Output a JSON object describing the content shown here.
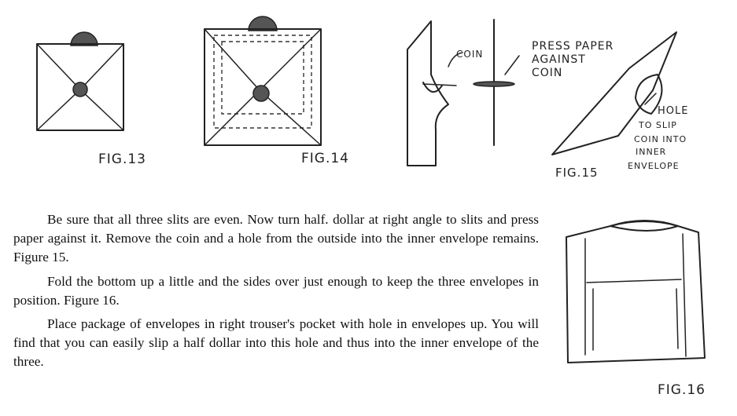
{
  "figures": {
    "fig13": {
      "caption": "FIG.13"
    },
    "fig14": {
      "caption": "FIG.14"
    },
    "fig15": {
      "caption": "FIG.15",
      "label_coin": "COIN",
      "label_press": [
        "PRESS PAPER",
        "AGAINST",
        "COIN"
      ],
      "label_hole": [
        "HOLE",
        "TO SLIP",
        "COIN INTO",
        "INNER",
        "ENVELOPE"
      ]
    },
    "fig16": {
      "caption": "FIG.16"
    }
  },
  "text": {
    "p1": "Be sure that all three slits are even. Now turn half. dollar at right angle to slits and press paper against it. Remove the coin and a hole from the outside into the inner envelope remains. Figure 15.",
    "p2": "Fold the bottom up a little and the sides over just enough to keep the three envelopes in position. Figure 16.",
    "p3": "Place package of envelopes in right trouser's pocket with hole in envelopes up. You will find that you can easily slip a half dollar into this hole and thus into the inner envelope of the three."
  }
}
